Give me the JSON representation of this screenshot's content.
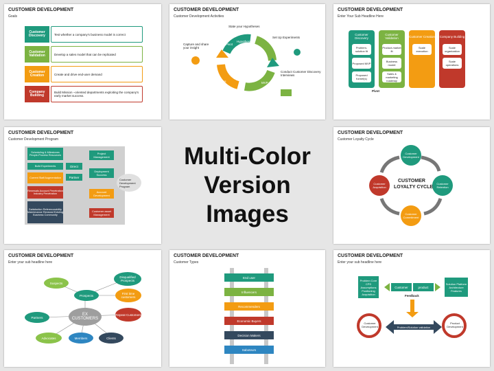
{
  "center": {
    "line1": "Multi-Color",
    "line2": "Version Images"
  },
  "slides": {
    "s1": {
      "title": "CUSTOMER DEVELOPMENT",
      "subtitle": "Goals",
      "rows": [
        {
          "label": "Customer Discovery",
          "text": "Test whether a company's business model is correct",
          "color": "#1f9a7d"
        },
        {
          "label": "Customer Validation",
          "text": "Develop a sales model that can be replicated",
          "color": "#7cb342"
        },
        {
          "label": "Customer Creation",
          "text": "Create and drive end-user demand",
          "color": "#f39c12"
        },
        {
          "label": "Company Building",
          "text": "Build Mission –oriented departments exploiting the company's early market success.",
          "color": "#c0392b"
        }
      ]
    },
    "s2": {
      "title": "CUSTOMER DEVELOPMENT",
      "subtitle": "Customer Development Activities",
      "labels": {
        "hypothesis": "State your Hypotheses",
        "experiments": "Set Up Experiments",
        "interviews": "Conduct Customer Discovery Interviews",
        "capture": "Capture and share your insight"
      },
      "segments": {
        "pivot": "Pivot",
        "hyp": "Hypotheses",
        "mvp": "MVP",
        "metrics": "Metrics"
      }
    },
    "s3": {
      "title": "CUSTOMER DEVELOPMENT",
      "subtitle": "Enter Your Sub Headline Here",
      "cols": [
        {
          "head": "Customer Discovery",
          "items": [
            "Problem-solution fit",
            "Proposed MVP",
            "Proposed funnel(s)"
          ],
          "color": "#1f9a7d"
        },
        {
          "head": "Customer Validation",
          "items": [
            "Product-market fit",
            "Business model",
            "Sales & marketing roadmap"
          ],
          "color": "#7cb342"
        },
        {
          "head": "Customer Creation",
          "items": [
            "Scale execution"
          ],
          "color": "#f39c12"
        },
        {
          "head": "Company Building",
          "items": [
            "Scale organization",
            "Scale operations"
          ],
          "color": "#c0392b"
        }
      ],
      "pivot": "Pivot"
    },
    "s4": {
      "title": "CUSTOMER DEVELOPMENT",
      "subtitle": "Customer Development Program",
      "left": [
        {
          "text": "Scheduling & Milestones People-Process Resources",
          "color": "#1f9a7d"
        },
        {
          "text": "Build Experiments",
          "color": "#1f9a7d"
        },
        {
          "text": "Current Staff Augmentation",
          "color": "#f39c12"
        },
        {
          "text": "Renewals Account Penetration Industry Penetration",
          "color": "#c0392b"
        },
        {
          "text": "Satisfaction Referenceability Maintenance Renewal Existing Business Community",
          "color": "#34495e"
        }
      ],
      "mid": [
        "Direct",
        "Partner"
      ],
      "right": [
        {
          "text": "Project Management",
          "color": "#1f9a7d"
        },
        {
          "text": "Deployment Success",
          "color": "#1f9a7d"
        },
        {
          "text": "Account Development",
          "color": "#f39c12"
        },
        {
          "text": "Customer asset Management",
          "color": "#c0392b"
        }
      ],
      "program": "Customer Development Program"
    },
    "s5": {
      "title": "CUSTOMER DEVELOPMENT",
      "subtitle": "Customer Loyalty Cycle",
      "center1": "CUSTOMER",
      "center2": "LOYALTY CYCLE",
      "nodes": {
        "dev": "Customer Development",
        "ret": "Customer Retention",
        "com": "Customer Commitment",
        "acq": "Customer Acquisition"
      }
    },
    "s6": {
      "title": "CUSTOMER DEVELOPMENT",
      "subtitle": "Enter your sub headline here",
      "center1": "EX",
      "center2": "CUSTOMERS",
      "nodes": {
        "suspects": "Suspects",
        "prospects": "Prospects",
        "disqual": "Disqualified Prospects",
        "firsttime": "First time customers",
        "repeat": "Repeat Customers",
        "partners": "Partners",
        "advocates": "Advocates",
        "members": "Members",
        "clients": "Clients"
      }
    },
    "s7": {
      "title": "CUSTOMER DEVELOPMENT",
      "subtitle": "Customer Types",
      "rungs": [
        {
          "text": "End user",
          "color": "#1f9a7d"
        },
        {
          "text": "Influencers",
          "color": "#7cb342"
        },
        {
          "text": "Recommenders",
          "color": "#f39c12"
        },
        {
          "text": "Economic Buyers",
          "color": "#c0392b"
        },
        {
          "text": "Decision Makers",
          "color": "#34495e"
        },
        {
          "text": "Saboteurs",
          "color": "#2e86c1"
        }
      ]
    },
    "s8": {
      "title": "CUSTOMER DEVELOPMENT",
      "subtitle": "Enter your sub headline here",
      "problem": "Problem Core CPS Assumptions Positioning Acquisition",
      "solution": "Solution Platform Architecture Features",
      "customer": "Customer",
      "product": "product",
      "feedback": "Feedback",
      "ps": "Problem/Solution validation",
      "custdev": "Customer Development",
      "proddev": "Product Development"
    }
  }
}
